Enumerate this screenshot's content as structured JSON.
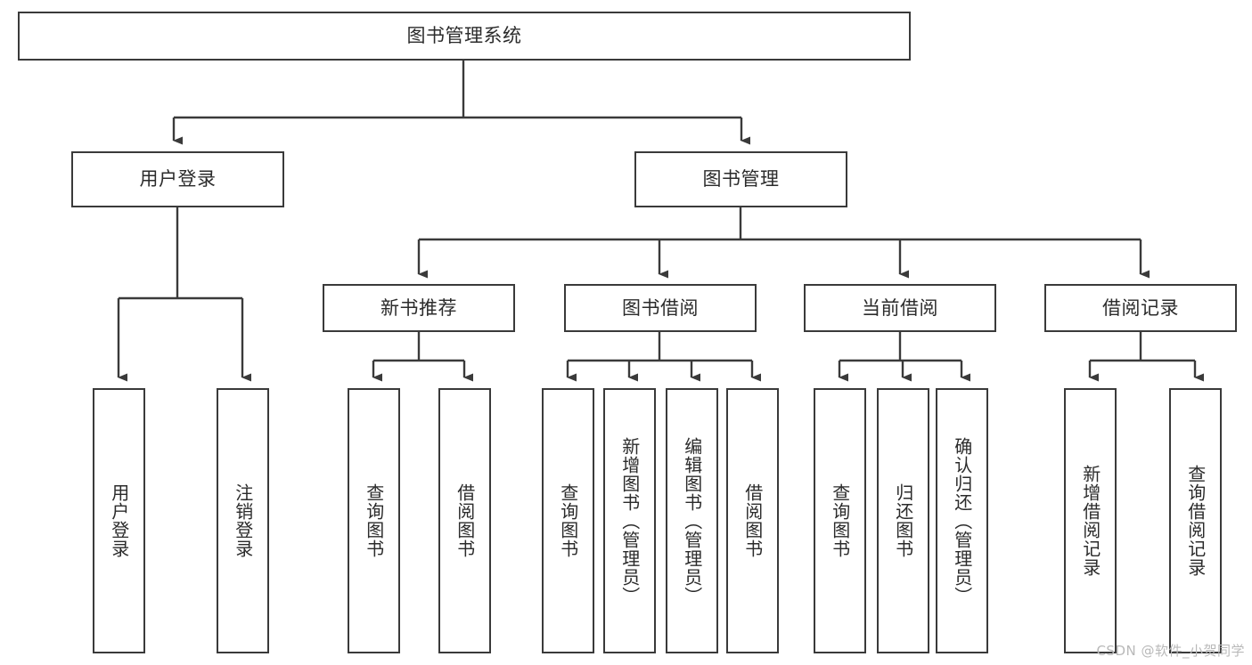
{
  "diagram": {
    "type": "tree-hierarchy",
    "title": "图书管理系统",
    "watermark": "CSDN @软件_小贺同学",
    "colors": {
      "box_border": "#3a3a3a",
      "box_fill": "#ffffff",
      "connector": "#3a3a3a",
      "text": "#2b2b2b",
      "watermark": "#b9b9b9",
      "background": "#ffffff"
    },
    "root": {
      "id": "root",
      "label": "图书管理系统",
      "orientation": "horizontal"
    },
    "level1": [
      {
        "id": "user-login",
        "label": "用户登录",
        "orientation": "horizontal"
      },
      {
        "id": "book-manage",
        "label": "图书管理",
        "orientation": "horizontal"
      }
    ],
    "level2": [
      {
        "id": "new-book-recommend",
        "label": "新书推荐",
        "orientation": "horizontal",
        "parent": "book-manage"
      },
      {
        "id": "book-borrow",
        "label": "图书借阅",
        "orientation": "horizontal",
        "parent": "book-manage"
      },
      {
        "id": "current-borrow",
        "label": "当前借阅",
        "orientation": "horizontal",
        "parent": "book-manage"
      },
      {
        "id": "borrow-record",
        "label": "借阅记录",
        "orientation": "horizontal",
        "parent": "book-manage"
      }
    ],
    "leaves": [
      {
        "id": "leaf-user-login",
        "label": "用户登录",
        "parent": "user-login"
      },
      {
        "id": "leaf-logout",
        "label": "注销登录",
        "parent": "user-login"
      },
      {
        "id": "leaf-query-book-1",
        "label": "查询图书",
        "parent": "new-book-recommend"
      },
      {
        "id": "leaf-borrow-book-1",
        "label": "借阅图书",
        "parent": "new-book-recommend"
      },
      {
        "id": "leaf-query-book-2",
        "label": "查询图书",
        "parent": "book-borrow"
      },
      {
        "id": "leaf-add-book",
        "label": "新增图书（管理员）",
        "parent": "book-borrow"
      },
      {
        "id": "leaf-edit-book",
        "label": "编辑图书（管理员）",
        "parent": "book-borrow"
      },
      {
        "id": "leaf-borrow-book-2",
        "label": "借阅图书",
        "parent": "book-borrow"
      },
      {
        "id": "leaf-query-book-3",
        "label": "查询图书",
        "parent": "current-borrow"
      },
      {
        "id": "leaf-return-book",
        "label": "归还图书",
        "parent": "current-borrow"
      },
      {
        "id": "leaf-confirm-return",
        "label": "确认归还（管理员）",
        "parent": "current-borrow"
      },
      {
        "id": "leaf-add-record",
        "label": "新增借阅记录",
        "parent": "borrow-record"
      },
      {
        "id": "leaf-query-record",
        "label": "查询借阅记录",
        "parent": "borrow-record"
      }
    ]
  }
}
